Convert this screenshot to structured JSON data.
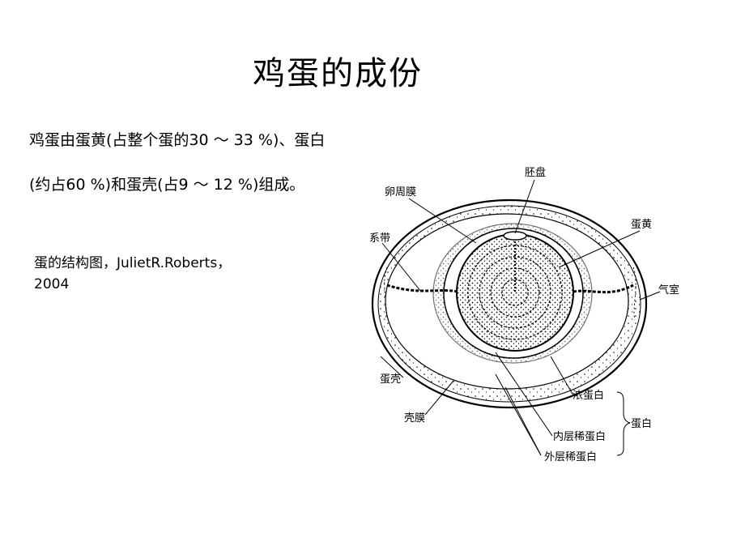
{
  "slide": {
    "title": "鸡蛋的成份",
    "paragraph_line1": "鸡蛋由蛋黄(占整个蛋的30 ～ 33 %)、蛋白",
    "paragraph_line2": "(约占60 %)和蛋壳(占9 ～ 12 %)组成。",
    "caption_line1": "蛋的结构图，JulietR.Roberts，",
    "caption_line2": "2004"
  },
  "diagram": {
    "labels": {
      "germinal_disc": "胚盘",
      "vitelline_membrane": "卵周膜",
      "yolk": "蛋黄",
      "chalaza": "系带",
      "air_cell": "气室",
      "shell": "蛋壳",
      "shell_membrane": "壳膜",
      "thick_albumen": "浓蛋白",
      "albumen": "蛋白",
      "inner_thin_albumen": "内层稀蛋白",
      "outer_thin_albumen": "外层稀蛋白"
    }
  }
}
